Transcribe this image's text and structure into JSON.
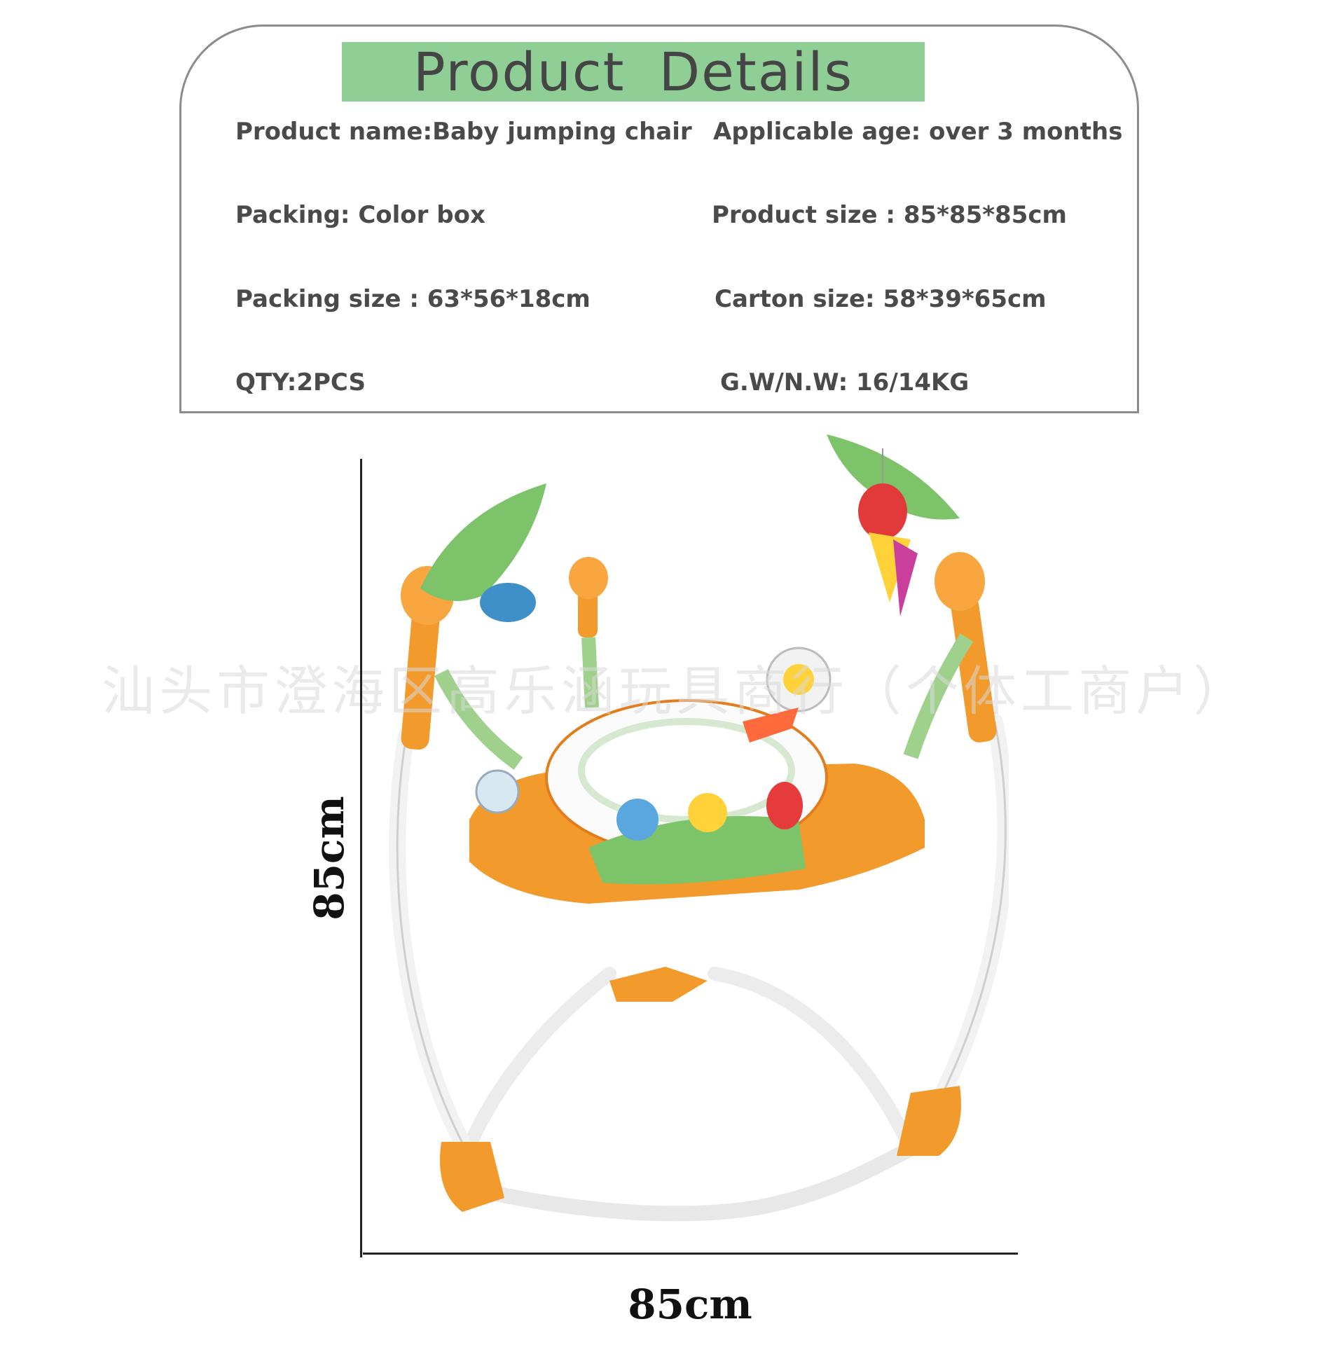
{
  "details": {
    "title": "Product  Details",
    "product_name": "Product name:Baby jumping chair",
    "applicable_age": "Applicable age: over 3 months",
    "packing": "Packing: Color box",
    "product_size": "Product size : 85*85*85cm",
    "packing_size": "Packing size : 63*56*18cm",
    "carton_size": "Carton size: 58*39*65cm",
    "qty": "QTY:2PCS",
    "weight": "G.W/N.W: 16/14KG"
  },
  "dimensions": {
    "height_label": "85cm",
    "width_label": "85cm"
  },
  "watermark": "汕头市澄海区高乐涵玩具商行（个体工商户）",
  "colors": {
    "title_bg": "#8fcf95",
    "frame_orange": "#f39a2c",
    "tube_white": "#f2f2f2",
    "leaf_green": "#7cc36a"
  }
}
